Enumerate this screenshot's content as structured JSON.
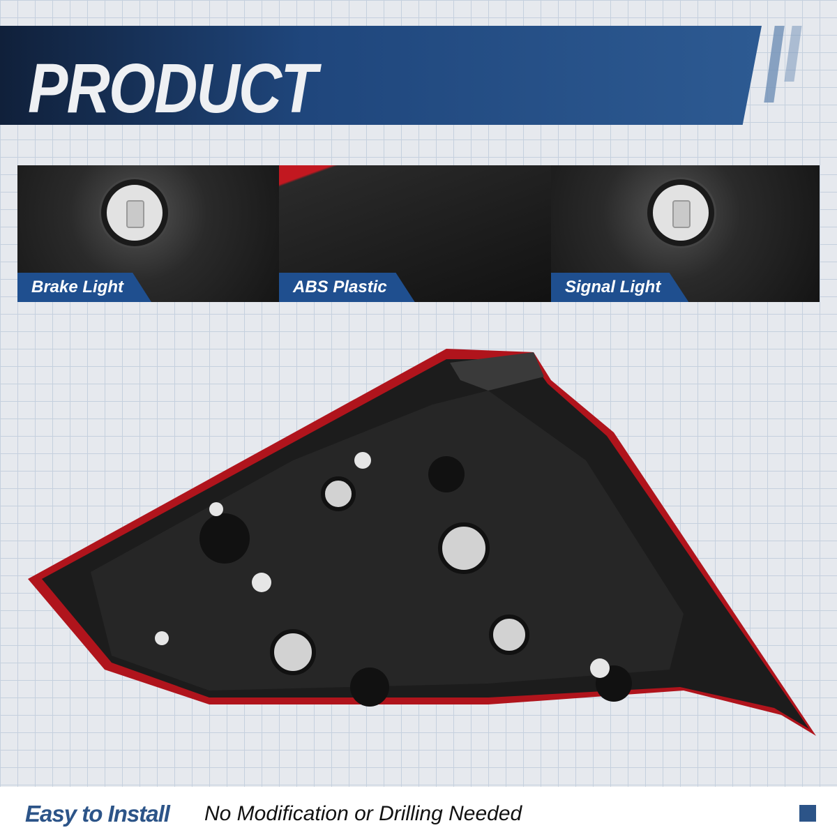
{
  "header": {
    "title": "PRODUCT STRUCTURE"
  },
  "features": [
    {
      "label": "Brake Light"
    },
    {
      "label": "ABS Plastic"
    },
    {
      "label": "Signal Light"
    }
  ],
  "footer": {
    "highlight": "Easy to Install",
    "text": "No Modification or Drilling Needed"
  },
  "colors": {
    "brand_blue": "#2c5488",
    "lens_red": "#b0141c"
  }
}
